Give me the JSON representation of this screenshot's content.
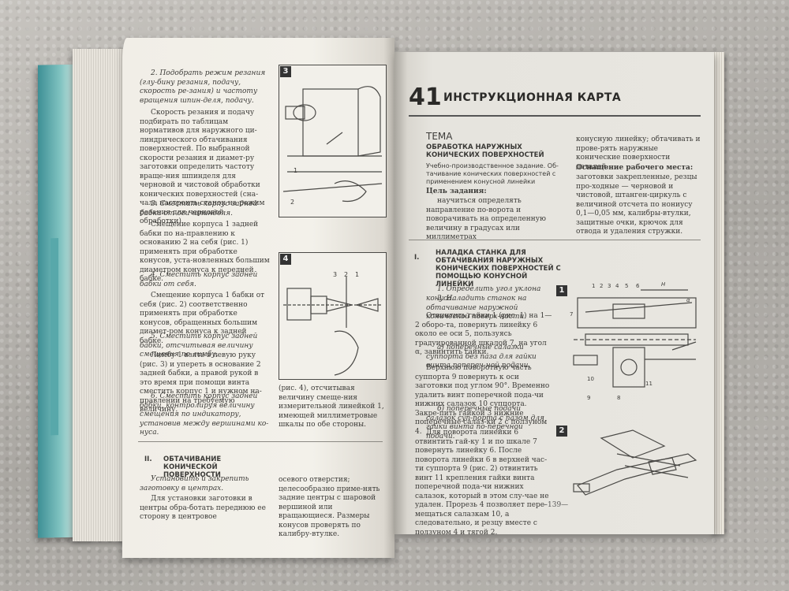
{
  "left_page": {
    "col1": {
      "step2_italic": "2. Подобрать режим резания (глу-бину резания, подачу, скорость ре-зания) и частоту вращения шпин-деля, подачу.",
      "para1": "Скорость резания и подачу подбирать по таблицам нормативов для наружного ци-линдрического обтачивания поверхностей. По выбранной скорости резания и диамет-ру заготовки определить частоту враще-ния шпинделя для черновой и чистовой обработки конических поверхностей (сна-чала настроить станок на режим резания для черновой обработки).",
      "step3_italic": "3. Сместить корпус задней бабки от оси шпинделя.",
      "para2": "Смещение корпуса 1 задней бабки по на-правлению к основанию 2 на себя (рис. 1) применять при обработке конусов, уста-новленных большим диаметром конуса к передней бабке.",
      "step4_italic": "4. Сместить корпус задней бабки от себя.",
      "para3": "Смещение корпуса 1 бабки от себя (рис. 2) соответственно применять при обработке конусов, обращенных большим диамет-ром конуса к задней бабке.",
      "step5_italic": "5. Сместить корпус задней бабки, отсчитывая величину смещения по лимбу.",
      "para4": "Лимбу 1 взять в левую руку (рис. 3) и упереть в основание 2 задней бабки, а правой рукой в это время при помощи винта сместить корпус 1 и нужном на-правлении на требуемую величину.",
      "step6_italic": "6. Сместить корпус задней бабки, контролируя величину смещения по индикатору, установив между вершинами ко-нуса.",
      "section_num": "II.",
      "section_title": "Обтачивание конической поверхности",
      "sec_italic": "Установить и закрепить заготовку в центрах.",
      "sec_para": "Для установки заготовки в центры обра-ботать переднюю ее сторону в центровое"
    },
    "col2": {
      "fig3_num": "3",
      "fig4_num": "4",
      "fig3_labels": [
        "1",
        "2"
      ],
      "fig4_labels": [
        "3",
        "2",
        "1"
      ],
      "caption_text": "(рис. 4), отсчитывая величину смеще-ния измерительной линейкой 1, имеющей миллиметровые шкалы по обе стороны.",
      "bottom_text": "осевого отверстия; целесообразно приме-нять задние центры с шаровой вершиной или вращающиеся. Размеры конусов проверять по калибру-втулке."
    }
  },
  "right_page": {
    "card_number": "41",
    "card_title": "ИНСТРУКЦИОННАЯ КАРТА",
    "tema_label": "ТЕМА",
    "tema_title": "Обработка наружных конических поверхностей",
    "task_text": "Учебно-производственное задание. Об-тачивание конических поверхностей с применением конусной линейки",
    "goal_label": "Цель задания:",
    "goal_text": "научиться определять направление по-ворота и поворачивать на определенную величину в градусах или миллиметрах",
    "right_col_top": "конусную линейку; обтачивать и прове-рять наружные конические поверхности деталей.",
    "equip_label": "Оснащение рабочего места:",
    "equip_text": "заготовки закрепленные, резцы про-ходные — черновой и чистовой, штанген-циркуль с величиной отсчета по нониусу 0,1—0,05 мм, калибры-втулки, защитные очки, крючок для отвода и удаления стружки.",
    "section1_num": "I.",
    "section1_title": "Наладка станка для обтачивания наружных конических поверхностей с помощью конусной линейки",
    "s1_italic1": "1. Определить угол уклона конуса.",
    "s1_italic2": "2. Наладить станок на обтачивание наружной конической поверх-ности.",
    "s1_para1": "Отвинтить гайки 1 (рис. 1) на 1—2 оборо-та, повернуть линейку 6 около ее оси 5, пользуясь градуированной шкалой 7, на угол α, завинтить гайки.",
    "s1_italic3": "а) поперечные салазки суппорта без паза для гайки винта попереч-ной подачи.",
    "s1_para2": "Верхнюю поворотную часть суппорта 9 повернуть к оси заготовки под углом 90°. Временно удалить винт поперечной пода-чи нижних салазок 10 суппорта. Закре-пить гайкой 3 нижние поперечные салаз-ки 2 с ползуном 4.",
    "s1_italic4": "б) поперечные подачи салазок суп-порта с пазом для гайки винта по-перечной подачи.",
    "s1_para3": "Для поворота линейки 6 отвинтить гай-ку 1 и по шкале 7 повернуть линейку 6. После поворота линейки 6 в верхней час-ти суппорта 9 (рис. 2) отвинтить винт 11 крепления гайки винта поперечной пода-чи нижних салазок, который в этом слу-чае не удален. Прорезь 4 позволяет пере-мещаться салазкам 10, а следовательно, и резцу вместе с ползуном 4 и тягой 2.",
    "fig1_num": "1",
    "fig2_num": "2",
    "fig1_labels": [
      "1",
      "2",
      "3",
      "4",
      "5",
      "6",
      "7",
      "8",
      "9",
      "10",
      "11",
      "H",
      "α"
    ],
    "page_number": "—139—"
  }
}
